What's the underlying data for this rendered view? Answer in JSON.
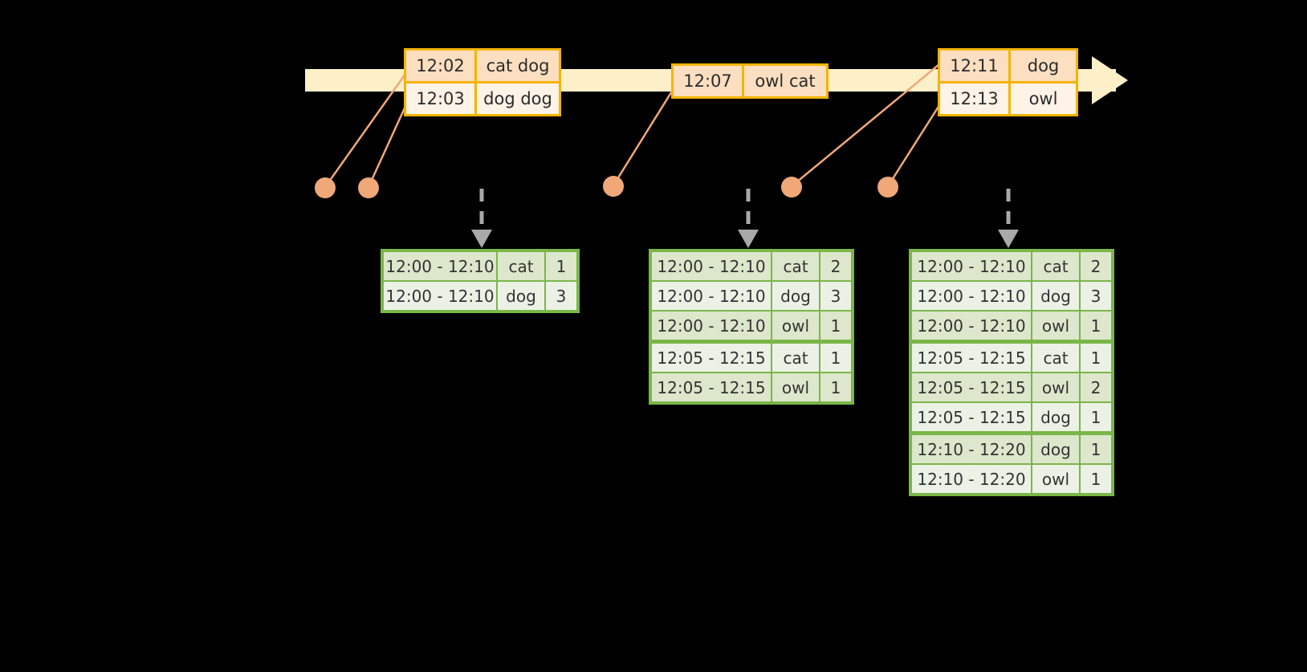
{
  "timeline": {
    "bar_color": "#FDEFC8",
    "accent_color": "#F5B301",
    "marker_color": "#F0A878",
    "events": [
      {
        "id": "event-group-1",
        "rows": [
          {
            "time": "12:02",
            "words": "cat dog"
          },
          {
            "time": "12:03",
            "words": "dog dog"
          }
        ]
      },
      {
        "id": "event-group-2",
        "rows": [
          {
            "time": "12:07",
            "words": "owl cat"
          }
        ]
      },
      {
        "id": "event-group-3",
        "rows": [
          {
            "time": "12:11",
            "words": "dog"
          },
          {
            "time": "12:13",
            "words": "owl"
          }
        ]
      }
    ]
  },
  "results": {
    "border_color": "#7AB648",
    "tables": [
      {
        "id": "result-table-1",
        "rows": [
          {
            "window": "12:00 - 12:10",
            "word": "cat",
            "count": "1",
            "group": 1
          },
          {
            "window": "12:00 - 12:10",
            "word": "dog",
            "count": "3",
            "group": 1
          }
        ]
      },
      {
        "id": "result-table-2",
        "rows": [
          {
            "window": "12:00 - 12:10",
            "word": "cat",
            "count": "2",
            "group": 1
          },
          {
            "window": "12:00 - 12:10",
            "word": "dog",
            "count": "3",
            "group": 1
          },
          {
            "window": "12:00 - 12:10",
            "word": "owl",
            "count": "1",
            "group": 1
          },
          {
            "window": "12:05 - 12:15",
            "word": "cat",
            "count": "1",
            "group": 2
          },
          {
            "window": "12:05 - 12:15",
            "word": "owl",
            "count": "1",
            "group": 2
          }
        ]
      },
      {
        "id": "result-table-3",
        "rows": [
          {
            "window": "12:00 - 12:10",
            "word": "cat",
            "count": "2",
            "group": 1
          },
          {
            "window": "12:00 - 12:10",
            "word": "dog",
            "count": "3",
            "group": 1
          },
          {
            "window": "12:00 - 12:10",
            "word": "owl",
            "count": "1",
            "group": 1
          },
          {
            "window": "12:05 - 12:15",
            "word": "cat",
            "count": "1",
            "group": 2
          },
          {
            "window": "12:05 - 12:15",
            "word": "owl",
            "count": "2",
            "group": 2
          },
          {
            "window": "12:05 - 12:15",
            "word": "dog",
            "count": "1",
            "group": 2
          },
          {
            "window": "12:10 - 12:20",
            "word": "dog",
            "count": "1",
            "group": 3
          },
          {
            "window": "12:10 - 12:20",
            "word": "owl",
            "count": "1",
            "group": 3
          }
        ]
      }
    ]
  }
}
